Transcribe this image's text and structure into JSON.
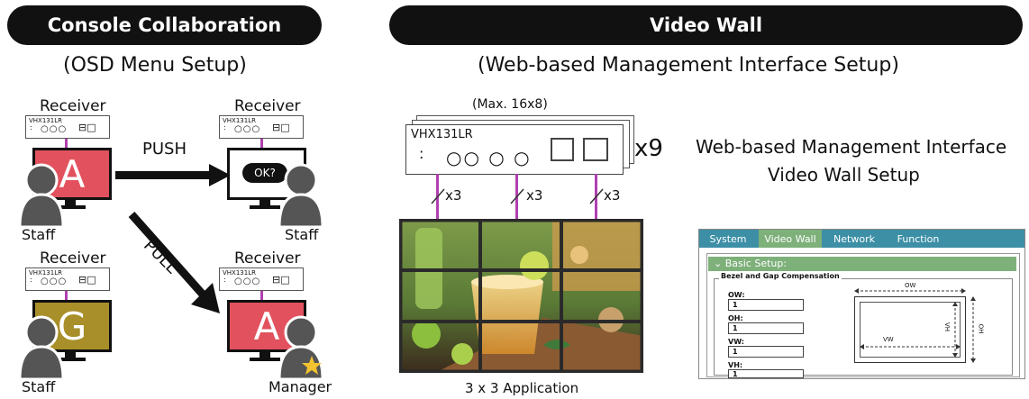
{
  "left_section": {
    "banner": "Console Collaboration",
    "subtitle": "(OSD Menu Setup)",
    "receiver_label": "Receiver",
    "receiver_model": "VHX131LR",
    "push_label": "PUSH",
    "pull_label": "PULL",
    "ok_bubble": "OK?",
    "monitor_a_letter": "A",
    "monitor_g_letter": "G",
    "monitor_a2_letter": "A",
    "staff_label": "Staff",
    "manager_label": "Manager"
  },
  "right_section": {
    "banner": "Video Wall",
    "subtitle": "(Web-based Management Interface Setup)",
    "max_label": "(Max. 16x8)",
    "receiver_model": "VHX131LR",
    "multiplier": "x9",
    "link_labels": [
      "x3",
      "x3",
      "x3"
    ],
    "wall_caption": "3 x 3 Application",
    "web_title_line1": "Web-based Management Interface",
    "web_title_line2": "Video Wall Setup"
  },
  "web_ui": {
    "tabs": [
      "System",
      "Video Wall",
      "Network",
      "Function"
    ],
    "active_tab": "Video Wall",
    "section_header": "Basic Setup:",
    "group_title": "Bezel and Gap Compensation",
    "fields": [
      {
        "label": "OW:",
        "value": "1"
      },
      {
        "label": "OH:",
        "value": "1"
      },
      {
        "label": "VW:",
        "value": "1"
      },
      {
        "label": "VH:",
        "value": "1"
      }
    ],
    "diagram_labels": {
      "ow": "OW",
      "oh": "OH",
      "vw": "VW",
      "vh": "VH"
    }
  },
  "colors": {
    "monitor_red": "#e2515e",
    "monitor_olive": "#a88f2a",
    "connector_purple": "#b040b0",
    "tab_teal": "#3d8fa6",
    "tab_active_green": "#7eb07a",
    "header_green": "#7eb07a",
    "star_yellow": "#f2c230"
  }
}
